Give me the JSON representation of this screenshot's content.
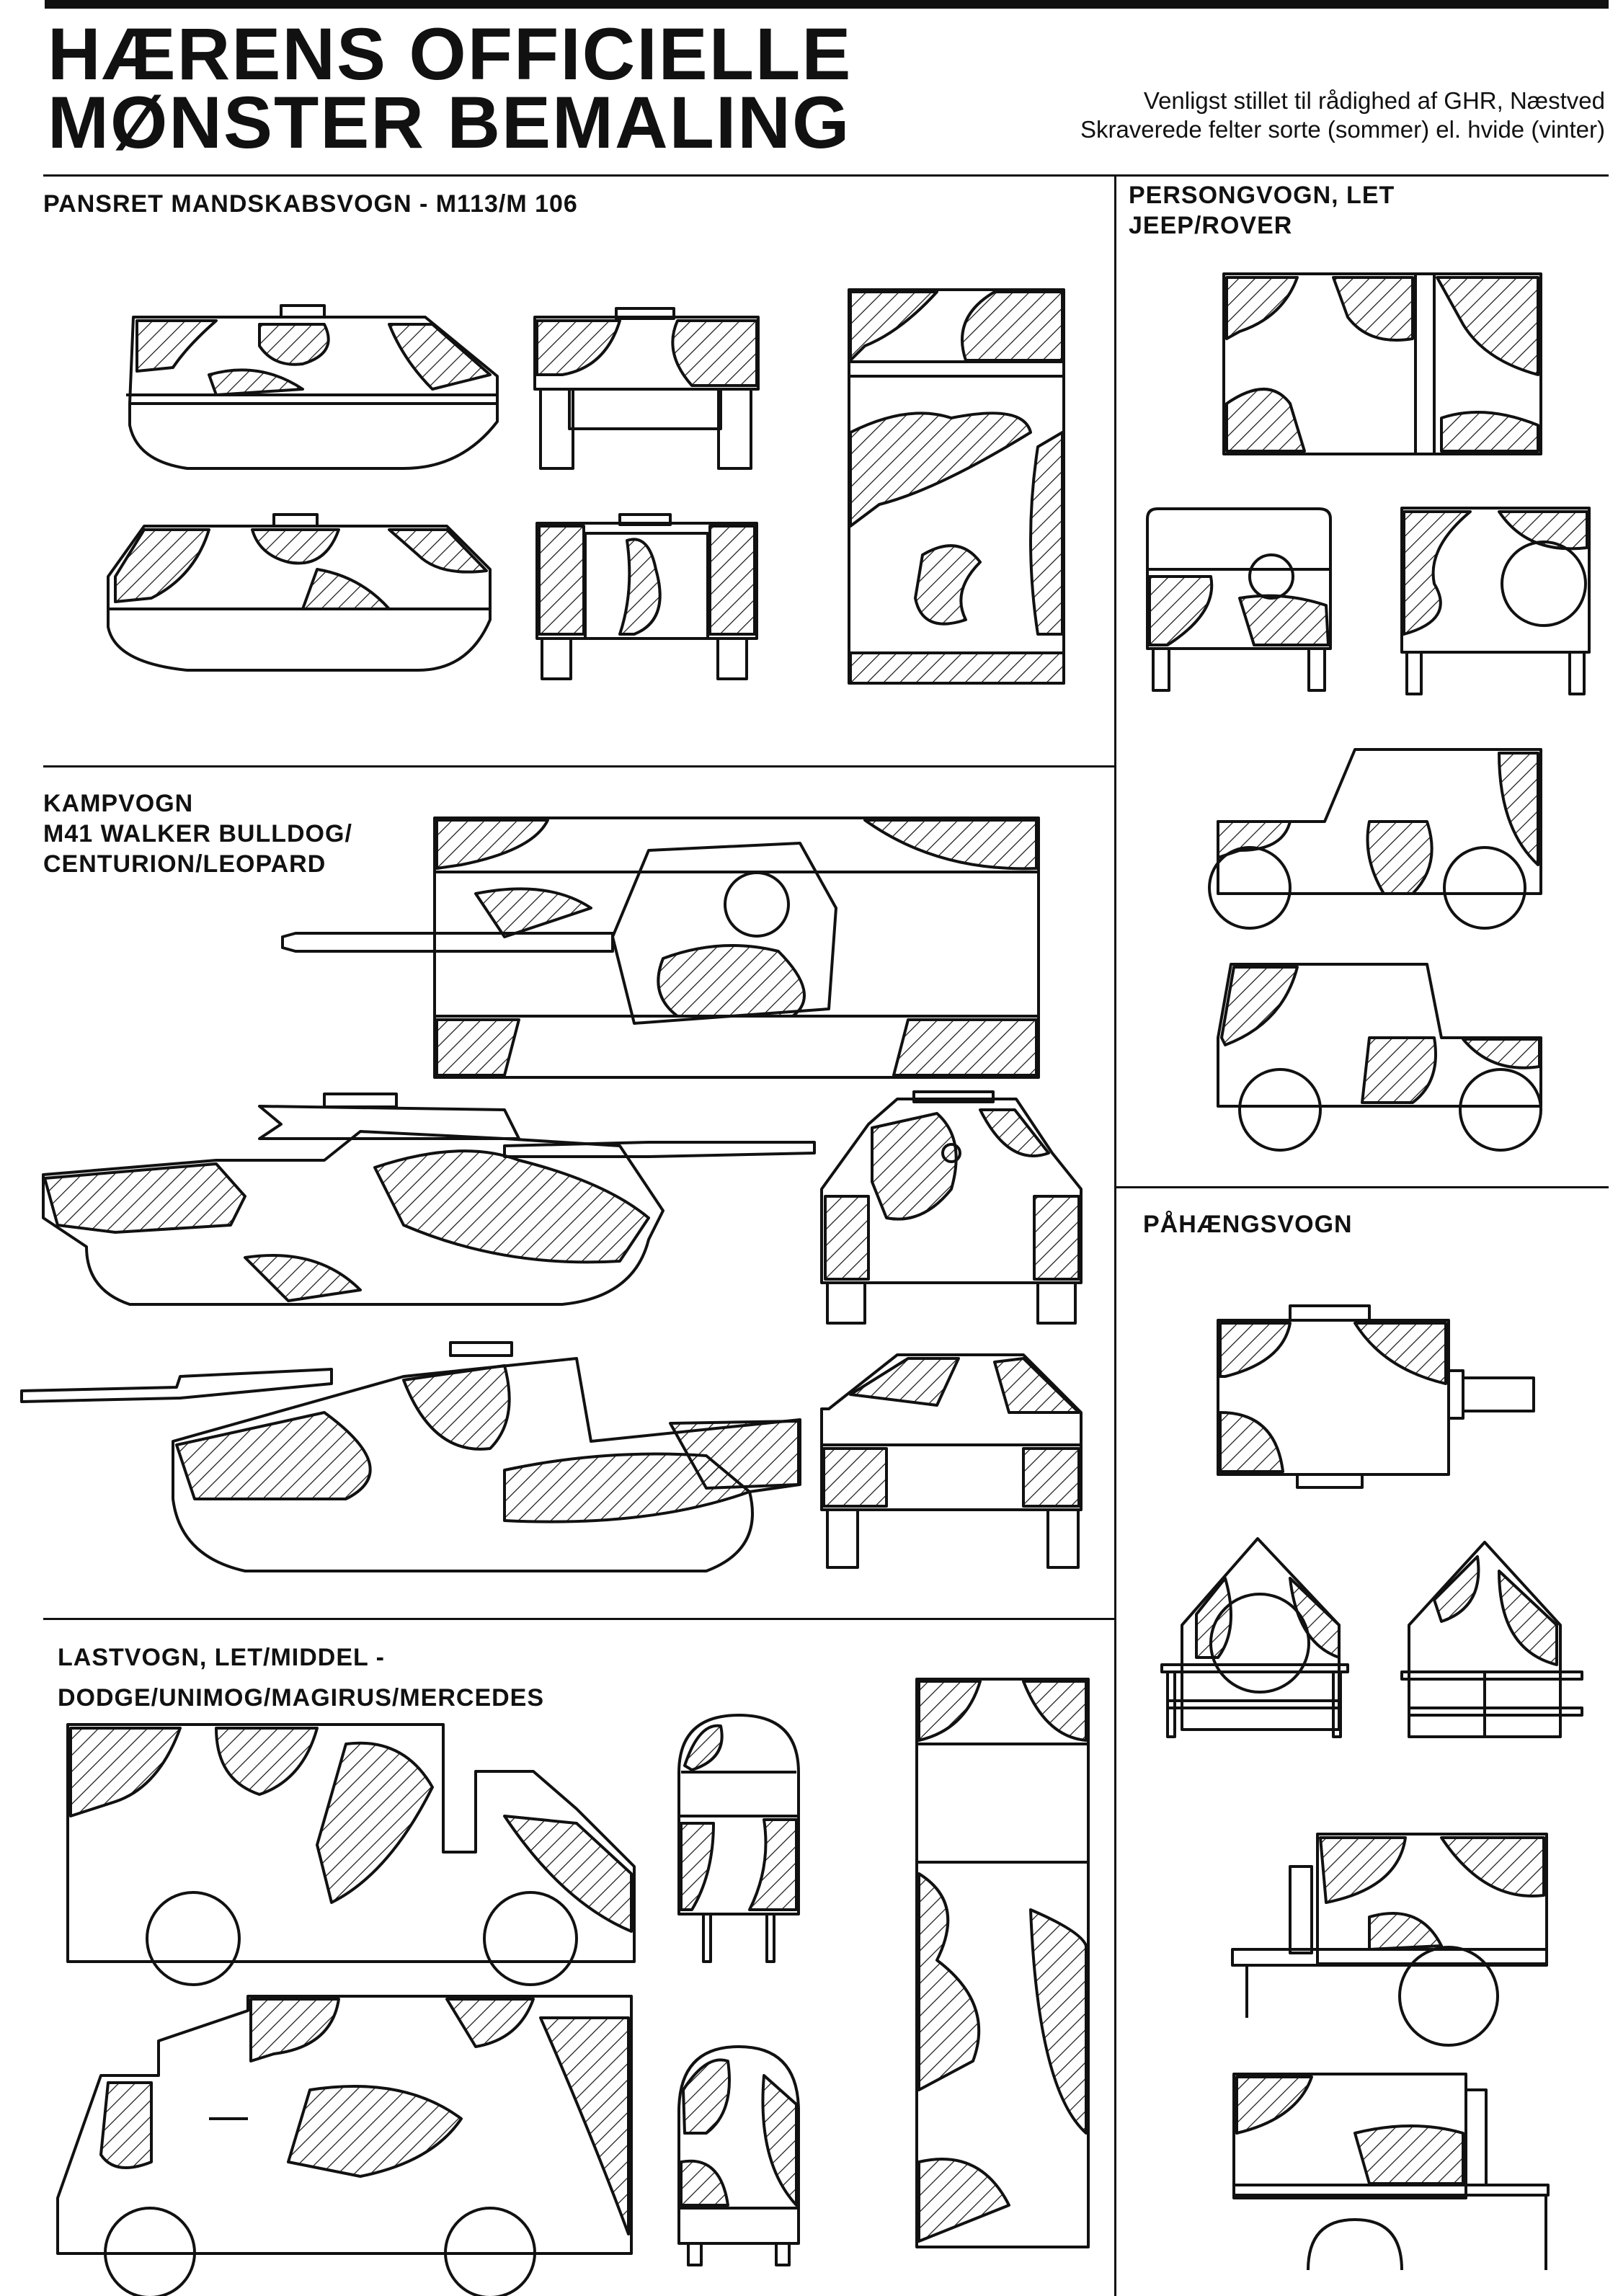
{
  "header": {
    "title_line1": "HÆRENS OFFICIELLE",
    "title_line2": "MØNSTER BEMALING",
    "credit_line1": "Venligst stillet til rådighed af GHR, Næstved",
    "credit_line2": "Skraverede felter sorte (sommer) el. hvide (vinter)"
  },
  "sections": {
    "apc": {
      "line1": "PANSRET MANDSKABSVOGN - M113/M 106"
    },
    "jeep": {
      "line1": "PERSONGVOGN, LET",
      "line2": "JEEP/ROVER"
    },
    "tank": {
      "line1": "KAMPVOGN",
      "line2": "M41 WALKER BULLDOG/",
      "line3": "CENTURION/LEOPARD"
    },
    "trailer": {
      "line1": "PÅHÆNGSVOGN"
    },
    "truck": {
      "line1": "LASTVOGN, LET/MIDDEL -",
      "line2": "DODGE/UNIMOG/MAGIRUS/MERCEDES"
    }
  }
}
